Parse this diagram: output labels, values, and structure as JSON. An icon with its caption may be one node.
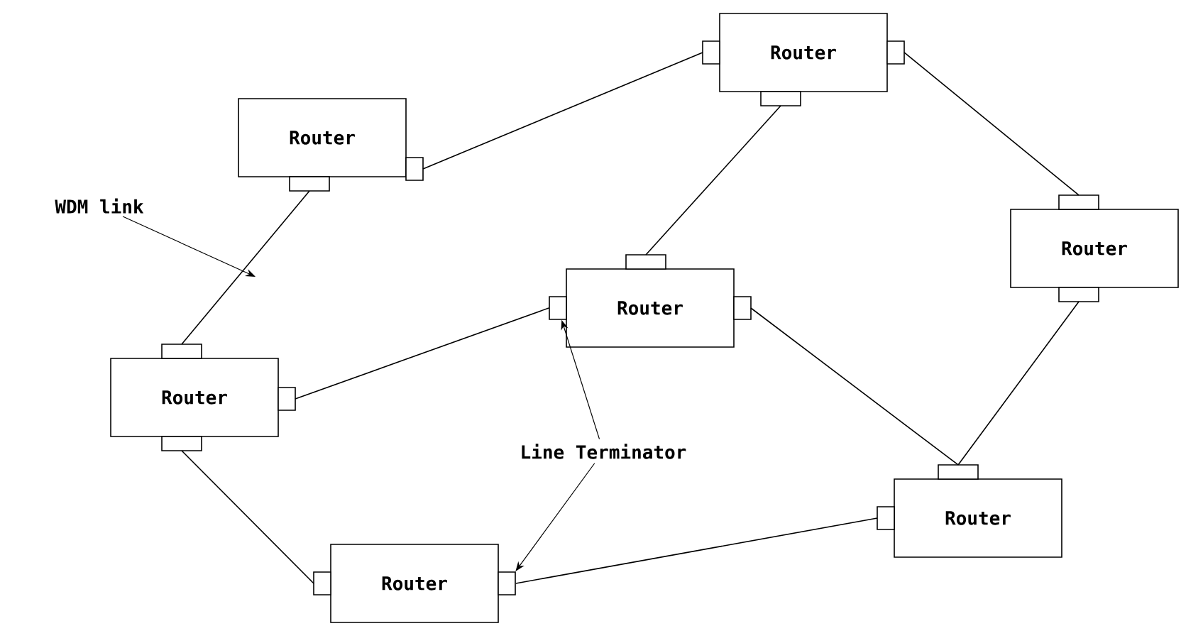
{
  "diagram": {
    "nodes": [
      {
        "text": [
          "Router"
        ]
      },
      {
        "text": [
          "Router"
        ]
      },
      {
        "text": [
          "Router"
        ]
      },
      {
        "text": [
          "Router"
        ]
      },
      {
        "text": [
          "Router"
        ]
      },
      {
        "text": [
          "Router"
        ]
      },
      {
        "text": [
          "Router"
        ]
      },
      {
        "text": [],
        "shape": "box"
      },
      {
        "text": [],
        "shape": "box"
      },
      {
        "text": [
          "WDM link"
        ]
      },
      {
        "text": [
          "Line Terminator"
        ]
      }
    ],
    "edges": [
      {
        "from": 0,
        "to": 1,
        "arrow": "none"
      },
      {
        "from": 0,
        "to": 4,
        "arrow": "none"
      },
      {
        "from": 1,
        "to": 3,
        "arrow": "none"
      },
      {
        "from": 1,
        "to": 2,
        "arrow": "none"
      },
      {
        "from": 4,
        "to": 7,
        "arrow": "none"
      },
      {
        "from": 3,
        "to": 5,
        "arrow": "none"
      },
      {
        "from": 2,
        "to": 5,
        "arrow": "none"
      },
      {
        "from": 4,
        "to": 6,
        "arrow": "none"
      },
      {
        "from": 8,
        "to": 5,
        "arrow": "none"
      },
      {
        "from": 9,
        "to": null,
        "arrow": "to"
      },
      {
        "from": 10,
        "to": 7,
        "arrow": "to"
      },
      {
        "from": 10,
        "to": 8,
        "arrow": "to"
      }
    ]
  }
}
